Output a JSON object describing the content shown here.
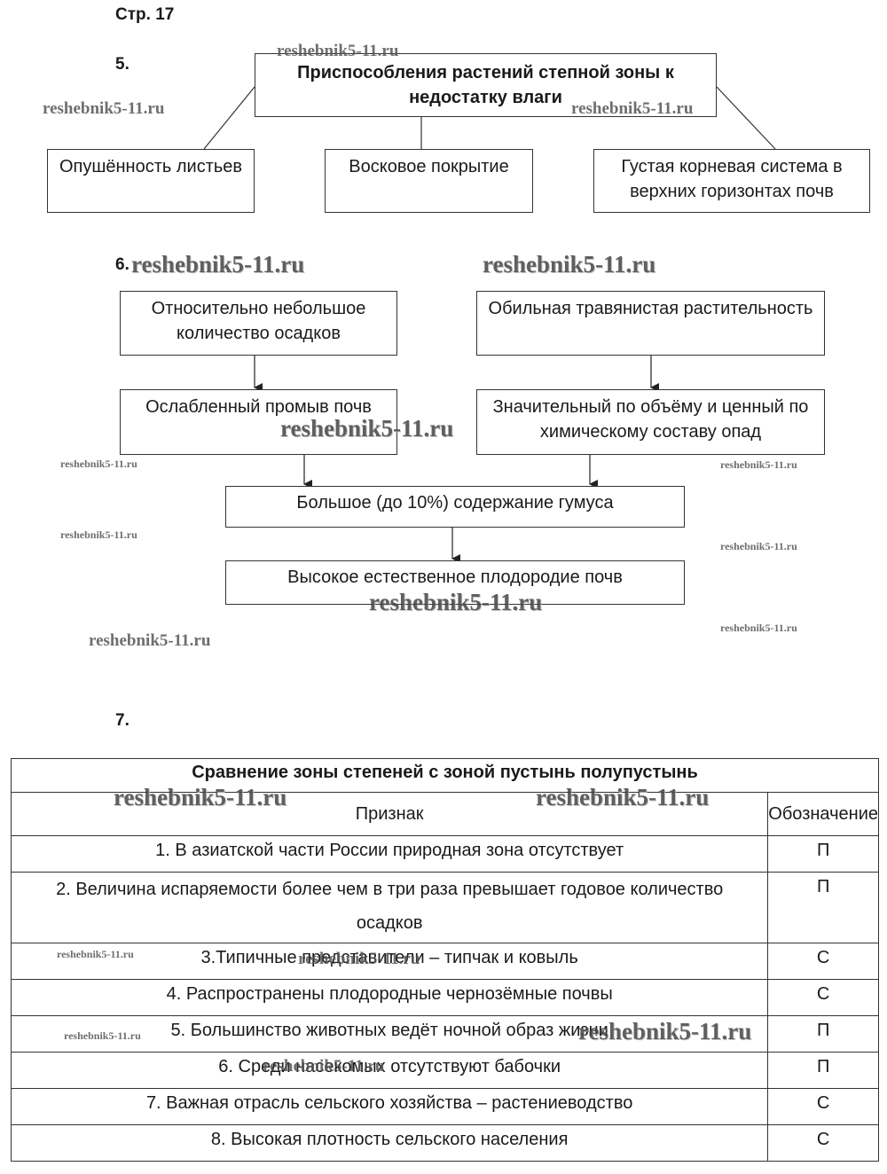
{
  "page_label": "Стр. 17",
  "watermark": "reshebnik5-11.ru",
  "task5": {
    "number": "5.",
    "title": "Приспособления растений степной зоны к недостатку влаги",
    "items": [
      "Опушённость листьев",
      "Восковое покрытие",
      "Густая корневая система в верхних горизонтах почв"
    ]
  },
  "task6": {
    "number": "6.",
    "left_top": "Относительно небольшое количество осадков",
    "right_top": "Обильная травянистая растительность",
    "left_mid": "Ослабленный промыв почв",
    "right_mid": "Значительный по объёму и ценный по химическому составу опад",
    "humus": "Большое (до 10%) содержание гумуса",
    "fertility": "Высокое естественное плодородие почв"
  },
  "task7": {
    "number": "7.",
    "table_title": "Сравнение зоны степеней с зоной пустынь полупустынь",
    "col_feature": "Признак",
    "col_mark": "Обозначение",
    "rows": [
      {
        "feature": "1. В азиатской части России природная зона отсутствует",
        "mark": "П"
      },
      {
        "feature": "2. Величина испаряемости более чем в три раза превышает годовое количество осадков",
        "mark": "П"
      },
      {
        "feature": "3.Типичные представители – типчак и ковыль",
        "mark": "С"
      },
      {
        "feature": "4. Распространены плодородные чернозёмные почвы",
        "mark": "С"
      },
      {
        "feature": "5. Большинство животных ведёт ночной образ жизни",
        "mark": "П"
      },
      {
        "feature": "6. Среди насекомых отсутствуют бабочки",
        "mark": "П"
      },
      {
        "feature": "7. Важная отрасль сельского хозяйства – растениеводство",
        "mark": "С"
      },
      {
        "feature": "8. Высокая плотность сельского населения",
        "mark": "С"
      }
    ]
  }
}
